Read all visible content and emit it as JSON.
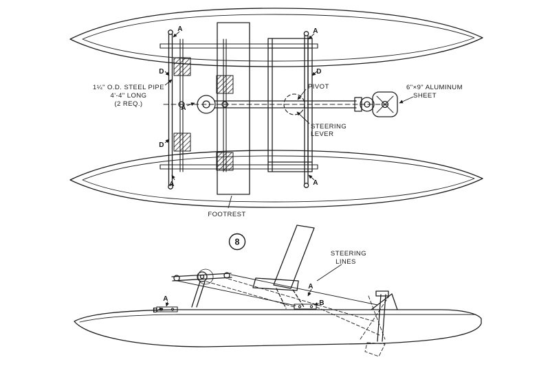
{
  "figure": {
    "number": "8"
  },
  "top_view": {
    "labels": {
      "steel_pipe_1": "1¼\" O.D. STEEL PIPE",
      "steel_pipe_2": "4'-4\" LONG",
      "steel_pipe_3": "(2 REQ.)",
      "pivot": "PIVOT",
      "steering_lever_1": "STEERING",
      "steering_lever_2": "LEVER",
      "aluminum_sheet_1": "6\"×9\" ALUMINUM",
      "aluminum_sheet_2": "SHEET",
      "footrest": "FOOTREST"
    }
  },
  "side_view": {
    "labels": {
      "steering_lines_1": "STEERING",
      "steering_lines_2": "LINES"
    }
  },
  "callouts": {
    "a": "A",
    "b": "B",
    "d": "D"
  },
  "colors": {
    "ink": "#1c1c1c",
    "paper": "#ffffff"
  }
}
